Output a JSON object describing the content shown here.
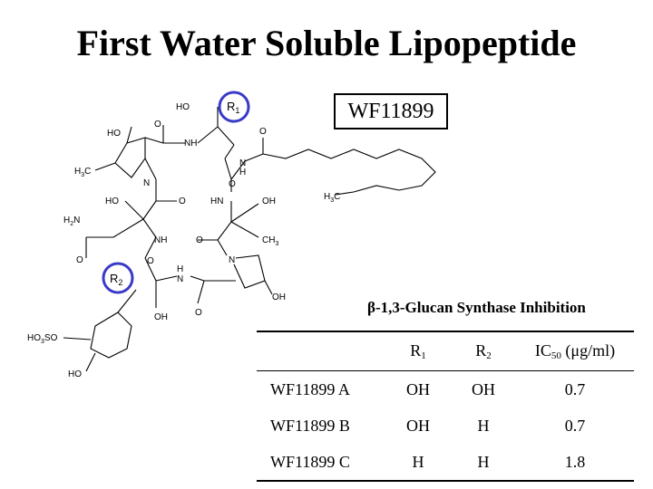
{
  "slide": {
    "title": "First Water Soluble Lipopeptide",
    "compound_code": "WF11899",
    "subtitle": "β-1,3-Glucan Synthase Inhibition"
  },
  "structure": {
    "highlight_color": "#3a3ac8",
    "labels": {
      "r1": "R",
      "r1_sub": "1",
      "r2": "R",
      "r2_sub": "2",
      "ho_top": "HO",
      "o_top": "O",
      "ho_left": "HO",
      "nh_1": "NH",
      "o_chain": "O",
      "h3c_left": "H",
      "h3c_left_sub": "3",
      "h3c_left_c": "C",
      "nh_2": "N",
      "nh_2_h": "H",
      "n_pro": "N",
      "o_1": "O",
      "o_2": "O",
      "ho_mid": "HO",
      "hn_1": "HN",
      "oh_1": "OH",
      "h3c_chain": "H",
      "h3c_chain_sub": "3",
      "h3c_chain_c": "C",
      "h2n": "H",
      "h2n_sub": "2",
      "h2n_n": "N",
      "nh_3": "NH",
      "o_3": "O",
      "ch3": "CH",
      "ch3_sub": "3",
      "o_4": "O",
      "o_5": "O",
      "n_pro2": "N",
      "hn_2": "H",
      "hn_2_n": "N",
      "oh_2": "OH",
      "oh_3": "OH",
      "o_6": "O",
      "ho3so": "HO",
      "ho3so_sub": "3",
      "ho3so_so": "SO",
      "ho_bottom": "HO"
    }
  },
  "table": {
    "headers": [
      {
        "text": "",
        "sub": ""
      },
      {
        "text": "R",
        "sub": "1"
      },
      {
        "text": "R",
        "sub": "2"
      },
      {
        "text": "IC",
        "sub": "50",
        "suffix": " (μg/ml)"
      }
    ],
    "rows": [
      {
        "name": "WF11899 A",
        "r1": "OH",
        "r2": "OH",
        "ic50": "0.7"
      },
      {
        "name": "WF11899 B",
        "r1": "OH",
        "r2": "H",
        "ic50": "0.7"
      },
      {
        "name": "WF11899 C",
        "r1": "H",
        "r2": "H",
        "ic50": "1.8"
      }
    ]
  }
}
